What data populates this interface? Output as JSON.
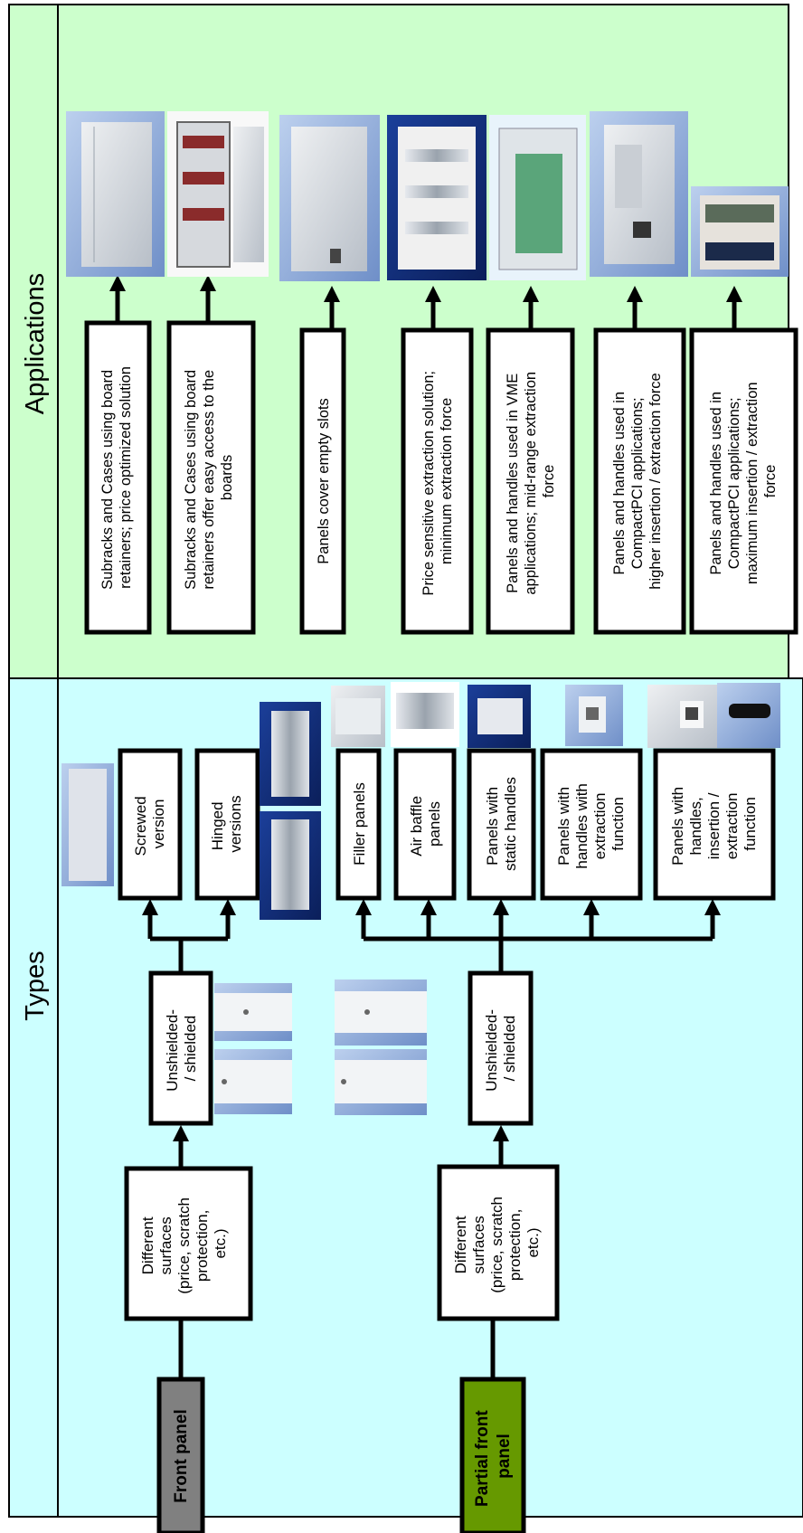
{
  "headers": {
    "types": "Types",
    "applications": "Applications"
  },
  "inputs": {
    "front_panel": "Front panel",
    "partial_front_panel_l1": "Partial front",
    "partial_front_panel_l2": "panel"
  },
  "types": {
    "different_surfaces": [
      "Different",
      "surfaces",
      "(price, scratch",
      "protection,",
      "etc.)"
    ],
    "unshielded": [
      "Unshielded-",
      "/ shielded"
    ],
    "screwed": [
      "Screwed",
      "version"
    ],
    "hinged": [
      "Hinged",
      "versions"
    ],
    "filler": [
      "Filler panels"
    ],
    "air_baffle": [
      "Air baffle",
      "panels"
    ],
    "static_handles": [
      "Panels with",
      "static handles"
    ],
    "extraction": [
      "Panels with",
      "handles with",
      "extraction",
      "function"
    ],
    "insertion": [
      "Panels with",
      "handles,",
      "insertion /",
      "extraction",
      "function"
    ]
  },
  "applications": {
    "app1": [
      "Subracks and Cases using board",
      "retainers; price optimized solution"
    ],
    "app2": [
      "Subracks and Cases using board",
      "retainers offer easy access to the",
      "boards"
    ],
    "app3": [
      "Panels cover empty slots"
    ],
    "app4": [
      "Price sensitive extraction solution;",
      "minimum extraction force"
    ],
    "app5": [
      "Panels and handles used in VME",
      "applications; mid-range extraction",
      "force"
    ],
    "app6": [
      "Panels and handles used in",
      "CompactPCI applications;",
      "higher insertion / extraction force"
    ],
    "app7": [
      "Panels and handles used in",
      "CompactPCI applications;",
      "maximum  insertion / extraction",
      "force"
    ]
  },
  "colors": {
    "types_bg": "#ccffcc",
    "applications_bg": "#ccffff",
    "front_panel": "#808080",
    "partial_front_panel": "#669900"
  },
  "icons": [
    "product-photo-icon"
  ]
}
